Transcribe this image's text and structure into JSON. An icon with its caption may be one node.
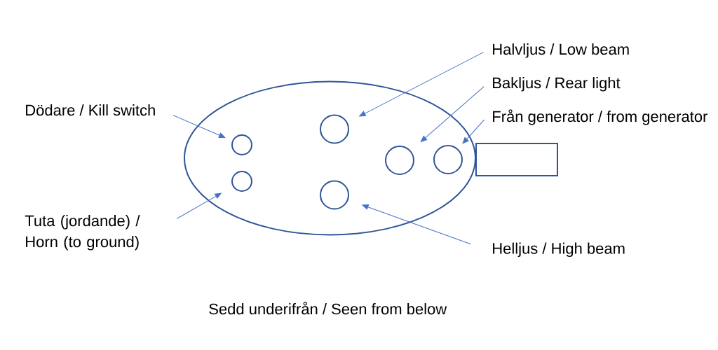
{
  "diagram": {
    "caption": "Sedd underifrån / Seen from below",
    "nodes": [
      {
        "text": [
          "Dödare / Kill switch"
        ]
      },
      {
        "text": [
          "Tuta (jordande) / Horn (to ground)"
        ]
      },
      {
        "text": [
          "Halvljus / Low beam"
        ]
      },
      {
        "text": [
          "Bakljus / Rear light"
        ]
      },
      {
        "text": [
          "Från generator / from generator"
        ]
      },
      {
        "text": [
          "Helljus / High beam"
        ]
      },
      {
        "text": [],
        "shape": "ellipse"
      },
      {
        "text": [],
        "shape": "circle",
        "in": 6
      },
      {
        "text": [],
        "shape": "circle",
        "in": 6
      },
      {
        "text": [],
        "shape": "circle",
        "in": 6
      },
      {
        "text": [],
        "shape": "circle",
        "in": 6
      },
      {
        "text": [],
        "shape": "circle",
        "in": 6
      },
      {
        "text": [],
        "shape": "circle",
        "in": 6
      },
      {
        "text": [],
        "shape": "box"
      }
    ],
    "edges": [
      {
        "from": 0,
        "to": 7,
        "arrow": "to"
      },
      {
        "from": 1,
        "to": 8,
        "arrow": "to"
      },
      {
        "from": 2,
        "to": 9,
        "arrow": "to"
      },
      {
        "from": 3,
        "to": 11,
        "arrow": "to"
      },
      {
        "from": 4,
        "to": 12,
        "arrow": "to"
      },
      {
        "from": 5,
        "to": 10,
        "arrow": "to"
      }
    ]
  }
}
